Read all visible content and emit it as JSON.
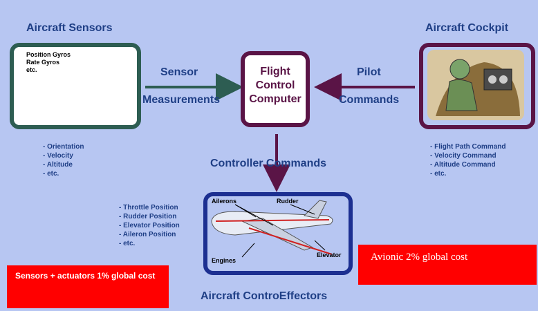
{
  "titles": {
    "sensors": "Aircraft Sensors",
    "cockpit": "Aircraft Cockpit",
    "effectors": "Aircraft ControEffectors"
  },
  "flight_control_computer": {
    "line1": "Flight",
    "line2": "Control",
    "line3": "Computer"
  },
  "arrows": {
    "sensor_line1": "Sensor",
    "sensor_line2": "Measurements",
    "pilot_line1": "Pilot",
    "pilot_line2": "Commands",
    "controller": "Controller Commands"
  },
  "sensor_box": {
    "gyro_line1": "Position Gyros",
    "gyro_line2": "Rate Gyros",
    "gyro_line3": "etc."
  },
  "sensor_bullets": [
    "- Orientation",
    "- Velocity",
    "- Altitude",
    "- etc."
  ],
  "cockpit_bullets": [
    "- Flight Path Command",
    "- Velocity Command",
    "- Altitude Command",
    "- etc."
  ],
  "effector_bullets": [
    "- Throttle Position",
    "- Rudder Position",
    "- Elevator Position",
    "- Aileron Position",
    "- etc."
  ],
  "effector_labels": {
    "ailerons": "Ailerons",
    "rudder": "Rudder",
    "engines": "Engines",
    "elevator": "Elevator"
  },
  "cost_notes": {
    "sensors_actuators": "Sensors + actuators 1% global cost",
    "avionic": "Avionic 2% global cost"
  },
  "colors": {
    "background": "#b7c6f2",
    "sensor_border": "#2d5d52",
    "fcc_border": "#5a1446",
    "effector_border": "#1c2f91",
    "note_fill": "#ff0000"
  }
}
